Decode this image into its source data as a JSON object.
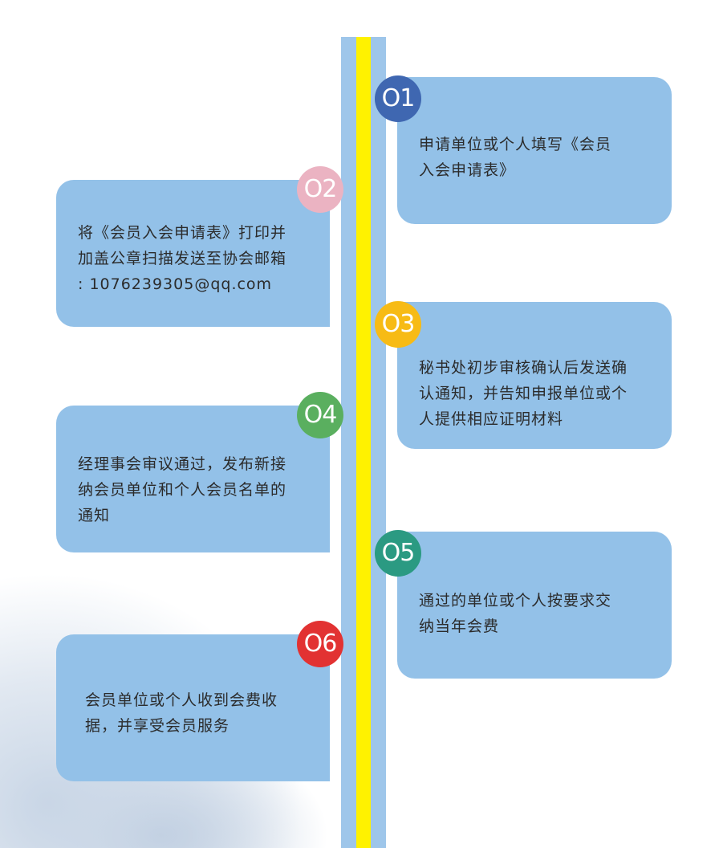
{
  "steps": [
    {
      "num": "O1",
      "text": "申请单位或个人填写《会员\n入会申请表》",
      "color": "#3f67b1"
    },
    {
      "num": "O2",
      "text": "将《会员入会申请表》打印并\n加盖公章扫描发送至协会邮箱\n: 1076239305@qq.com",
      "color": "#ebb3c2"
    },
    {
      "num": "O3",
      "text": "秘书处初步审核确认后发送确\n认通知，并告知申报单位或个\n人提供相应证明材料",
      "color": "#f7bb15"
    },
    {
      "num": "O4",
      "text": "经理事会审议通过，发布新接\n纳会员单位和个人会员名单的\n通知",
      "color": "#5aaf5f"
    },
    {
      "num": "O5",
      "text": "通过的单位或个人按要求交\n纳当年会费",
      "color": "#2b9a82"
    },
    {
      "num": "O6",
      "text": "会员单位或个人收到会费收\n据，并享受会员服务",
      "color": "#e23232"
    }
  ],
  "colors": {
    "rail_outer": "#9ec6ea",
    "rail_inner": "#fff200",
    "card": "#93c1e8"
  }
}
